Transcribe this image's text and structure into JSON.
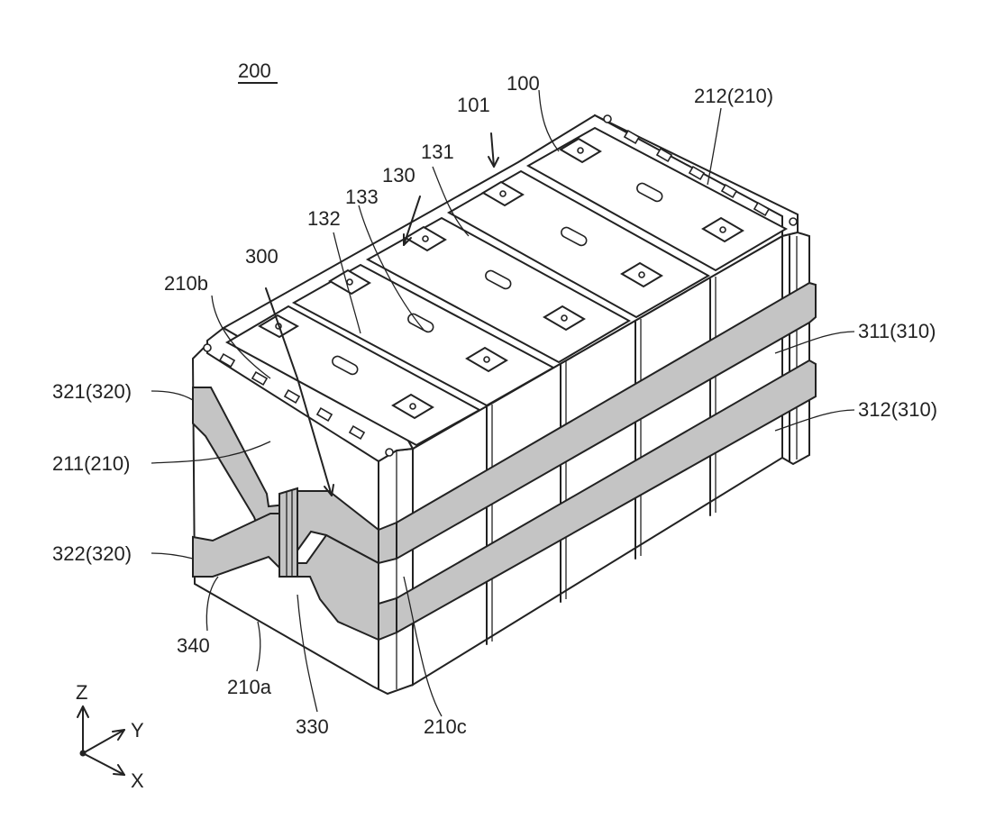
{
  "figure_number": "200",
  "labels": {
    "l100": "100",
    "l101": "101",
    "l130": "130",
    "l131": "131",
    "l132": "132",
    "l133": "133",
    "l300": "300",
    "l210b": "210b",
    "l212": "212(210)",
    "l311": "311(310)",
    "l312": "312(310)",
    "l321": "321(320)",
    "l211": "211(210)",
    "l322": "322(320)",
    "l340": "340",
    "l210a": "210a",
    "l330": "330",
    "l210c": "210c"
  },
  "axes": {
    "z": "Z",
    "y": "Y",
    "x": "X"
  }
}
